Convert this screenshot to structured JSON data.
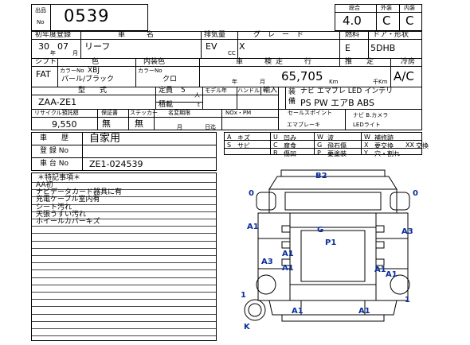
{
  "header": {
    "lot_label_1": "出品",
    "lot_label_2": "No",
    "lot_no": "0539",
    "score_label": "総合",
    "score": "4.0",
    "ext_label": "外装",
    "ext": "C",
    "int_label": "内装",
    "int": "C"
  },
  "row1": {
    "reg_label": "初年度登録",
    "name_label": "車　　　名",
    "disp_label": "排気量",
    "grade_label": "グ　レ　ー　ド",
    "fuel_label": "燃料",
    "door_label": "ドア・形状",
    "year": "30",
    "month": "07",
    "year_unit": "年",
    "month_unit": "月",
    "car_name": "リーフ",
    "displacement": "EV",
    "cc": "CC",
    "grade": "X",
    "fuel": "E",
    "door": "5DHB"
  },
  "row2": {
    "shift_label": "シフト",
    "color_label": "色",
    "int_color_label": "内装色",
    "inspection_label": "車　　　検",
    "mileage_label": "走　　　行",
    "price_label": "推　　定",
    "ac_label": "冷房",
    "shift": "FAT",
    "color_no_label": "カラーNo",
    "color_no": "XBJ",
    "color": "パール/ブラック",
    "int_color_no_label": "カラーNo",
    "int_color": "クロ",
    "year_unit": "年",
    "month_unit": "月",
    "mileage": "65,705",
    "km": "Km",
    "senkm": "千Km",
    "ac": "A/C"
  },
  "row3": {
    "model_label": "型　　式",
    "capacity_label": "定員",
    "capacity": "5",
    "capacity_unit": "人",
    "load_label": "積載",
    "load_unit": "t",
    "model_year_label": "モデル年",
    "handle_label": "ハンドル",
    "import_label": "輸入",
    "equip_label_1": "装",
    "equip_label_2": "備",
    "model": "ZAA-ZE1",
    "equip_line1": "ナビ エマブレ LED インテリ",
    "equip_line2": "PS PW エアB ABS"
  },
  "row4": {
    "recycle_label": "リサイクル預託額",
    "warranty_label": "保証書",
    "sticker_label": "ステッカー",
    "name_change_label": "名変期限",
    "nox_label": "NOx・PM",
    "selling_label": "セールスポイント",
    "recycle": "9,550",
    "warranty": "無",
    "sticker": "無",
    "month_unit": "月",
    "day_unit": "日迄",
    "selling_1": "エマブレーキ",
    "selling_2": "ナビ B.カメラ",
    "selling_3": "LEDライト"
  },
  "reg": {
    "type_label": "車　　歴",
    "type": "自家用",
    "reg_label": "登 録 No",
    "chassis_label": "車 台 No",
    "chassis": "ZE1-024539"
  },
  "legend": [
    [
      "A",
      "キズ",
      "U",
      "凹み",
      "W",
      "波",
      "W",
      "補修跡"
    ],
    [
      "S",
      "サビ",
      "C",
      "腐食",
      "G",
      "飛石傷",
      "X",
      "要交換",
      "XX",
      "交換"
    ],
    [
      "",
      "",
      "B",
      "傷凹",
      "P",
      "要塗装",
      "Y",
      "穴・割れ"
    ]
  ],
  "memo": {
    "title": "＊特記事項＊",
    "lines": [
      "AA初",
      "ナビデータカード器具に有",
      "充電ケーブル室内有",
      "シート汚れ",
      "天張うすい汚れ",
      "ホイールカバーキズ"
    ]
  },
  "diagram": {
    "marks": [
      "B2",
      "0",
      "0",
      "A1",
      "A3",
      "G",
      "P1",
      "A1",
      "A3",
      "A1",
      "A1",
      "A1",
      "1",
      "1",
      "A1",
      "A1",
      "K"
    ]
  }
}
